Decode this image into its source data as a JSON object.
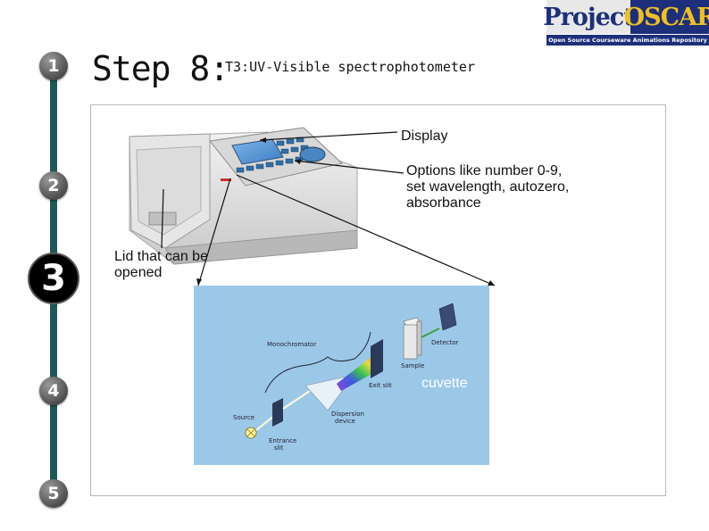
{
  "header": {
    "step_title": "Step 8:",
    "subtitle": "T3:UV-Visible spectrophotometer"
  },
  "logo": {
    "word1": "Project",
    "word2": "OSCAR",
    "tagline": "Open Source Courseware Animations Repository",
    "colors": {
      "navy": "#1d2f7a",
      "gold": "#f0c020"
    }
  },
  "steps": [
    {
      "number": "1",
      "active": false
    },
    {
      "number": "2",
      "active": false
    },
    {
      "number": "3",
      "active": true
    },
    {
      "number": "4",
      "active": false
    },
    {
      "number": "5",
      "active": false
    }
  ],
  "callouts": {
    "display": "Display",
    "options_line1": "Options like number 0-9,",
    "options_line2": "set wavelength, autozero,",
    "options_line3": "absorbance",
    "lid_line1": "Lid that can be",
    "lid_line2": "opened",
    "cuvette": "cuvette"
  },
  "diagram_labels": {
    "monochromator": "Monochromator",
    "detector": "Detector",
    "sample": "Sample",
    "exit_slit": "Exit slit",
    "dispersion_device_1": "Dispersion",
    "dispersion_device_2": "device",
    "source": "Source",
    "entrance_slit_1": "Entrance",
    "entrance_slit_2": "slit"
  },
  "colors": {
    "rail": "#1f5858",
    "diagram_bg": "#9cc8e8",
    "cuvette_label": "#ffffff"
  }
}
